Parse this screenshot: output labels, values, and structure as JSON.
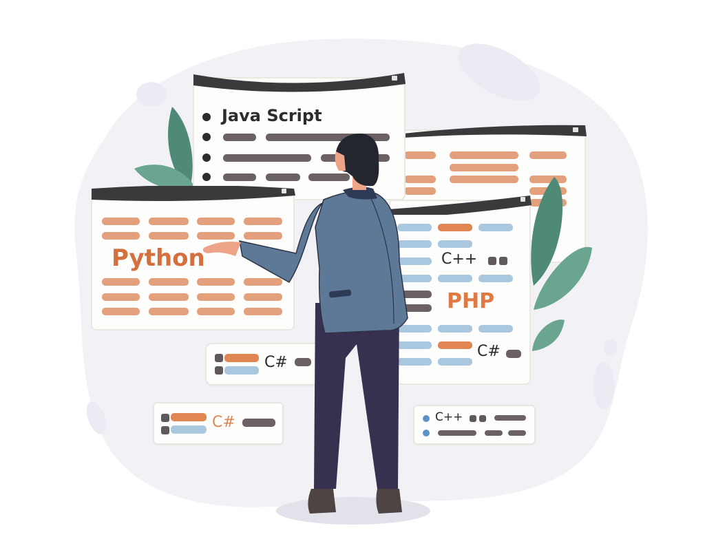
{
  "scene": {
    "description": "Flat illustration of a developer viewing programming language windows",
    "colors": {
      "background": "#ffffff",
      "blob": "#f1f1f5",
      "window_bar": "#3a3a3c",
      "window_body": "#fdfdfc",
      "orange_bar": "#e2a07d",
      "orange_strong": "#e08653",
      "blue_bar": "#a9c7df",
      "gray_bar": "#6b6163",
      "leaf_dark": "#4f8a77",
      "leaf_light": "#6aa590",
      "jacket": "#5e7898",
      "pants": "#38304f",
      "hair": "#23262f",
      "skin": "#eea489",
      "shoes": "#4e4443",
      "shadow": "#e4e4ec"
    }
  },
  "windows": {
    "javascript": {
      "title": "Java Script"
    },
    "python": {
      "title": "Python"
    },
    "right_back": {
      "title": ""
    },
    "php": {
      "label_cpp": "C++",
      "title": "PHP",
      "label_cs": "C#"
    }
  },
  "cards": {
    "card_a": {
      "label": "C#"
    },
    "card_b": {
      "label": "C#"
    },
    "card_c": {
      "label": "C++"
    }
  },
  "figure": {
    "role": "developer",
    "pose": "pointing at Python window"
  }
}
